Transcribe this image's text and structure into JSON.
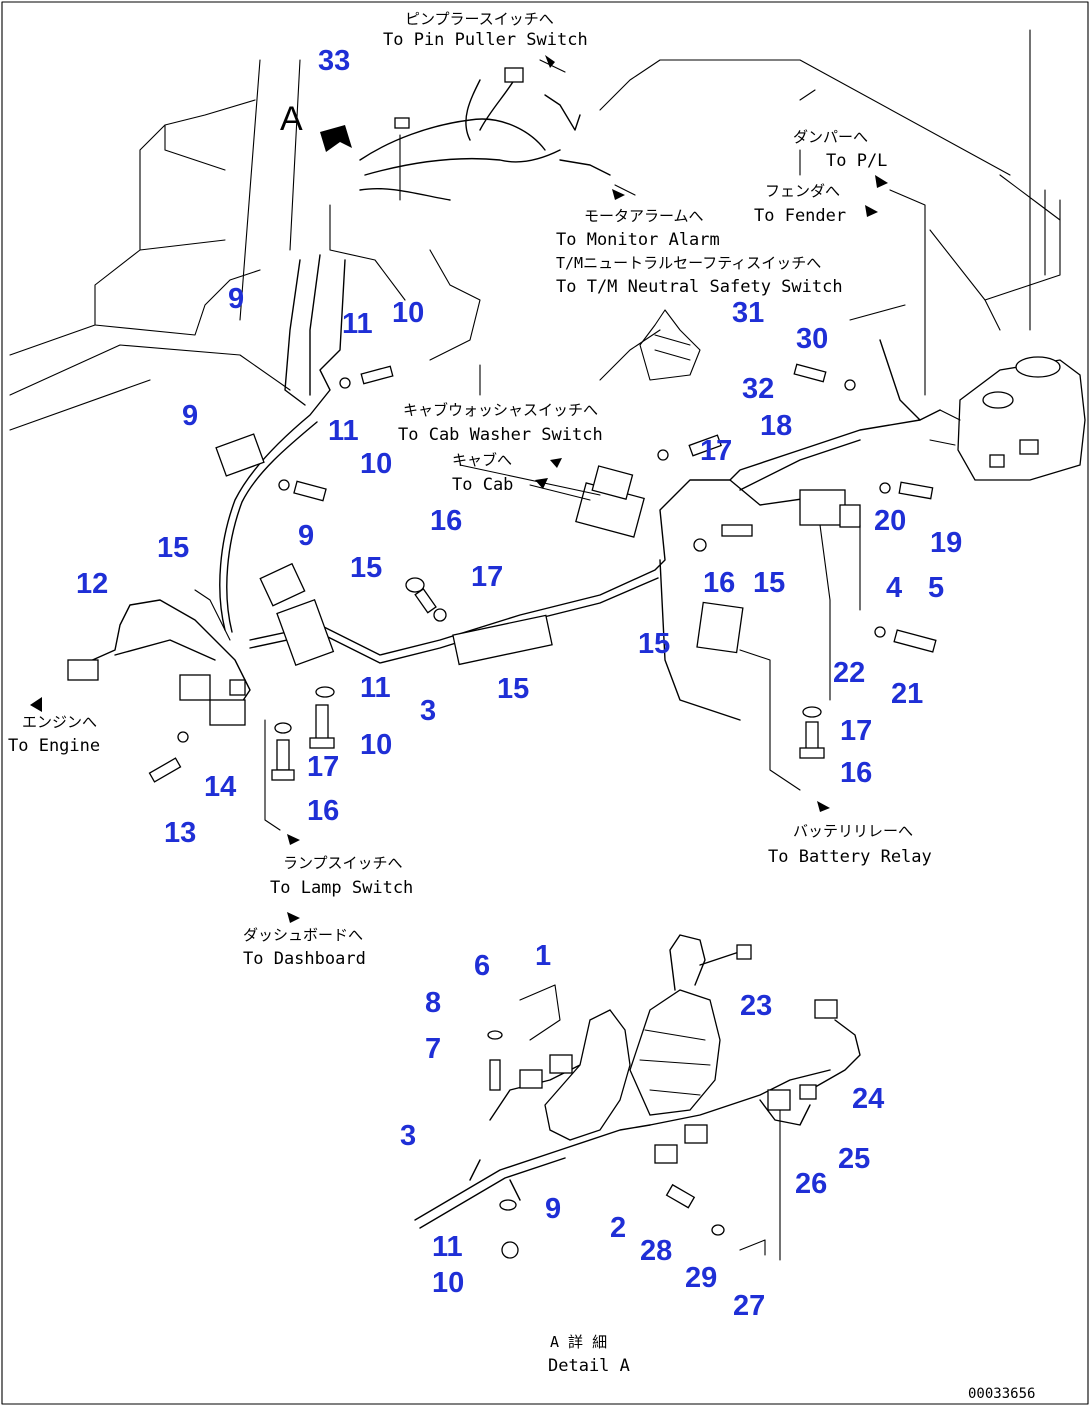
{
  "notes": [
    {
      "id": "pin-puller",
      "jp": "ピンプラースイッチへ",
      "en": "To Pin Puller Switch"
    },
    {
      "id": "pl",
      "jp": "ダンパーへ",
      "en": "To P/L"
    },
    {
      "id": "fender",
      "jp": "フェンダへ",
      "en": "To Fender"
    },
    {
      "id": "monitor",
      "jp": "モータアラームへ",
      "en": "To Monitor Alarm"
    },
    {
      "id": "neutral",
      "jp": "T/Mニュートラルセーフティスイッチへ",
      "en": "To T/M Neutral Safety Switch"
    },
    {
      "id": "cab-washer",
      "jp": "キャブウォッシャスイッチへ",
      "en": "To Cab Washer Switch"
    },
    {
      "id": "cab",
      "jp": "キャブへ",
      "en": "To Cab"
    },
    {
      "id": "engine",
      "jp": "エンジンへ",
      "en": "To Engine"
    },
    {
      "id": "lamp",
      "jp": "ランプスイッチへ",
      "en": "To Lamp Switch"
    },
    {
      "id": "dashboard",
      "jp": "ダッシュボードへ",
      "en": "To Dashboard"
    },
    {
      "id": "battery",
      "jp": "バッテリリレーへ",
      "en": "To Battery Relay"
    },
    {
      "id": "detail",
      "jp": "A 詳 細",
      "en": "Detail A"
    }
  ],
  "view_label": "A",
  "drawing_code": "00033656",
  "callouts": [
    "33",
    "9",
    "11",
    "10",
    "9",
    "11",
    "10",
    "9",
    "15",
    "12",
    "15",
    "16",
    "17",
    "3",
    "15",
    "11",
    "10",
    "17",
    "16",
    "14",
    "13",
    "31",
    "30",
    "32",
    "18",
    "17",
    "16",
    "15",
    "20",
    "19",
    "4",
    "5",
    "15",
    "22",
    "21",
    "17",
    "16",
    "1",
    "6",
    "23",
    "8",
    "7",
    "3",
    "24",
    "9",
    "25",
    "26",
    "2",
    "28",
    "29",
    "11",
    "10",
    "27"
  ]
}
